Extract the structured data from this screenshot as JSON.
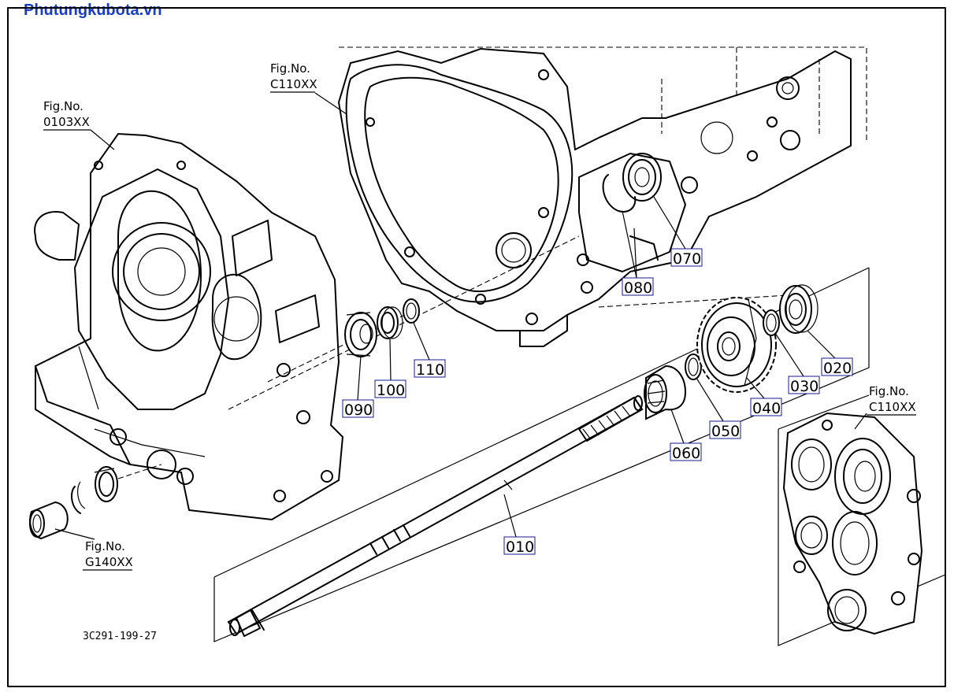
{
  "watermark": "Phutungkubota.vn",
  "drawing_code": "3C291-199-27",
  "fig_refs": [
    {
      "id": "fig-c110xx-top",
      "label": "Fig.No.",
      "code": "C110XX"
    },
    {
      "id": "fig-0103xx",
      "label": "Fig.No.",
      "code": "0103XX"
    },
    {
      "id": "fig-c110xx-right",
      "label": "Fig.No.",
      "code": "C110XX"
    },
    {
      "id": "fig-g140xx",
      "label": "Fig.No.",
      "code": "G140XX"
    }
  ],
  "parts": [
    "010",
    "020",
    "030",
    "040",
    "050",
    "060",
    "070",
    "080",
    "090",
    "100",
    "110"
  ],
  "colors": {
    "watermark": "#1a3ec2",
    "callout_border": "#1a1a8c",
    "line": "#000000"
  }
}
